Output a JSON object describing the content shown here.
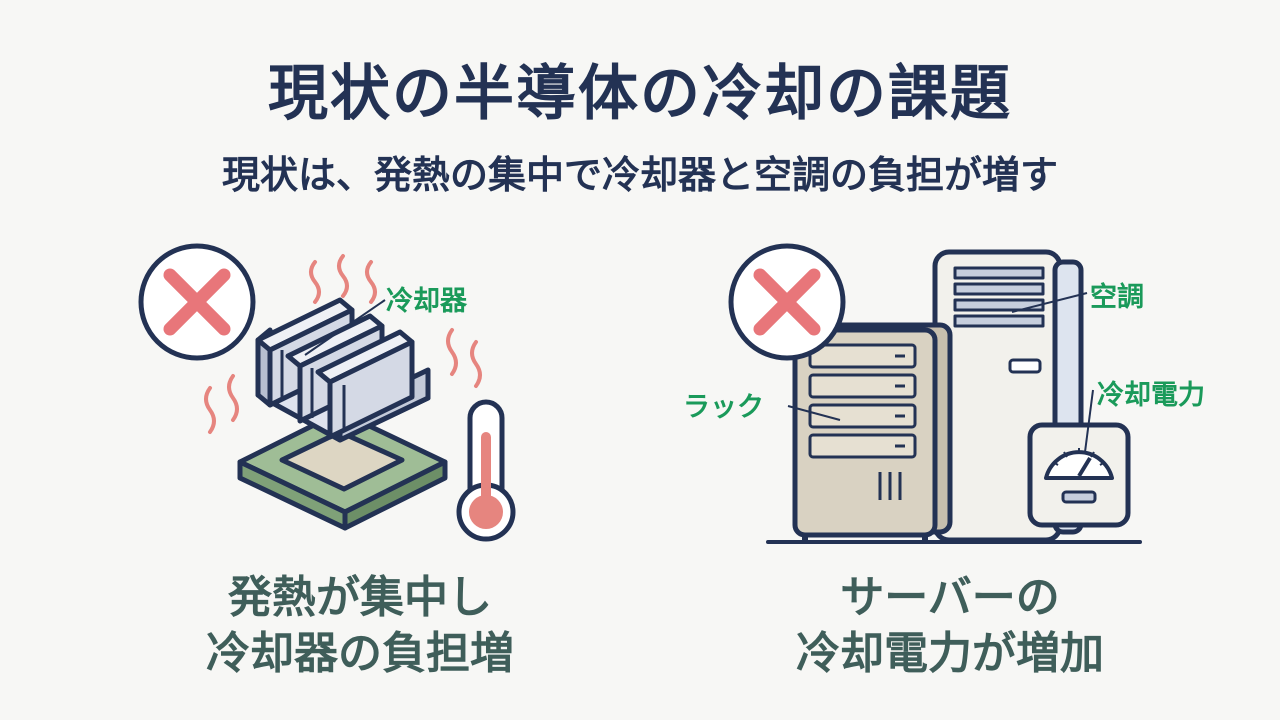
{
  "title": "現状の半導体の冷却の課題",
  "subtitle": "現状は、発熱の集中で冷却器と空調の負担が増す",
  "left": {
    "label_cooler": "冷却器",
    "caption_line1": "発熱が集中し",
    "caption_line2": "冷却器の負担増"
  },
  "right": {
    "label_ac": "空調",
    "label_power": "冷却電力",
    "label_rack": "ラック",
    "caption_line1": "サーバーの",
    "caption_line2": "冷却電力が増加"
  },
  "colors": {
    "title": "#233254",
    "caption": "#3f5e5a",
    "label": "#1a9a5a",
    "cross": "#e8767a",
    "heat": "#e6857f"
  }
}
